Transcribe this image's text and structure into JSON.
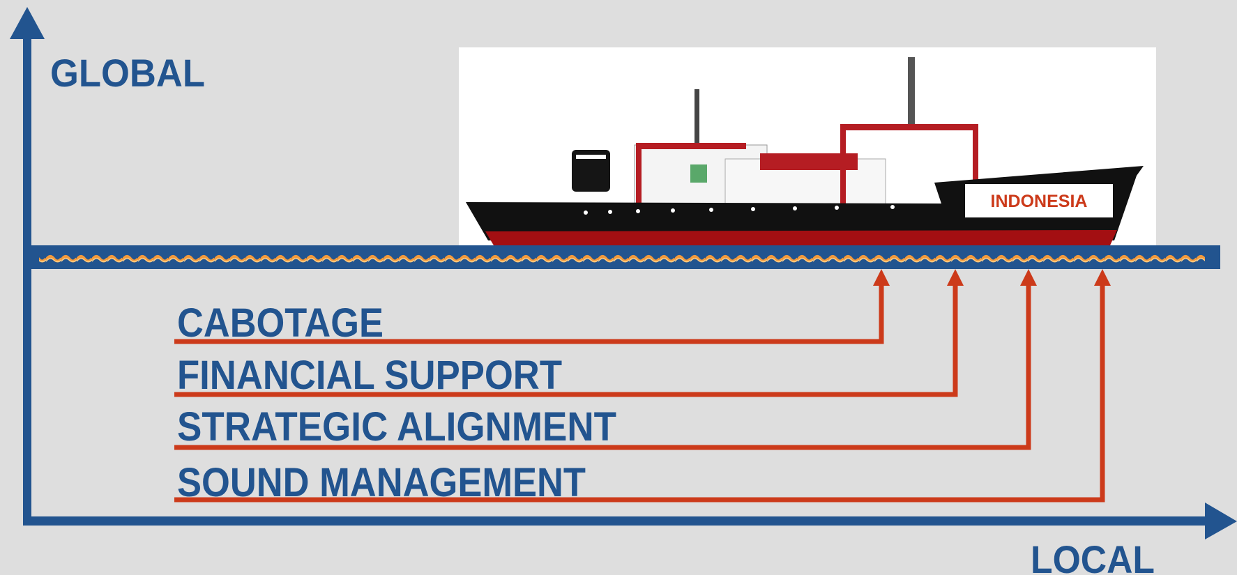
{
  "diagram": {
    "y_axis_label": "GLOBAL",
    "x_axis_label": "LOCAL",
    "ship_name": "INDONESIA",
    "factors": [
      {
        "label": "CABOTAGE"
      },
      {
        "label": "FINANCIAL SUPPORT"
      },
      {
        "label": "STRATEGIC ALIGNMENT"
      },
      {
        "label": "SOUND MANAGEMENT"
      }
    ]
  },
  "colors": {
    "background": "#dedede",
    "axis": "#22548f",
    "connector": "#cc3a1a",
    "water_wave": "#f39a3c",
    "hull_black": "#111111",
    "hull_red": "#a30f12",
    "superstructure_red": "#b51d23"
  }
}
